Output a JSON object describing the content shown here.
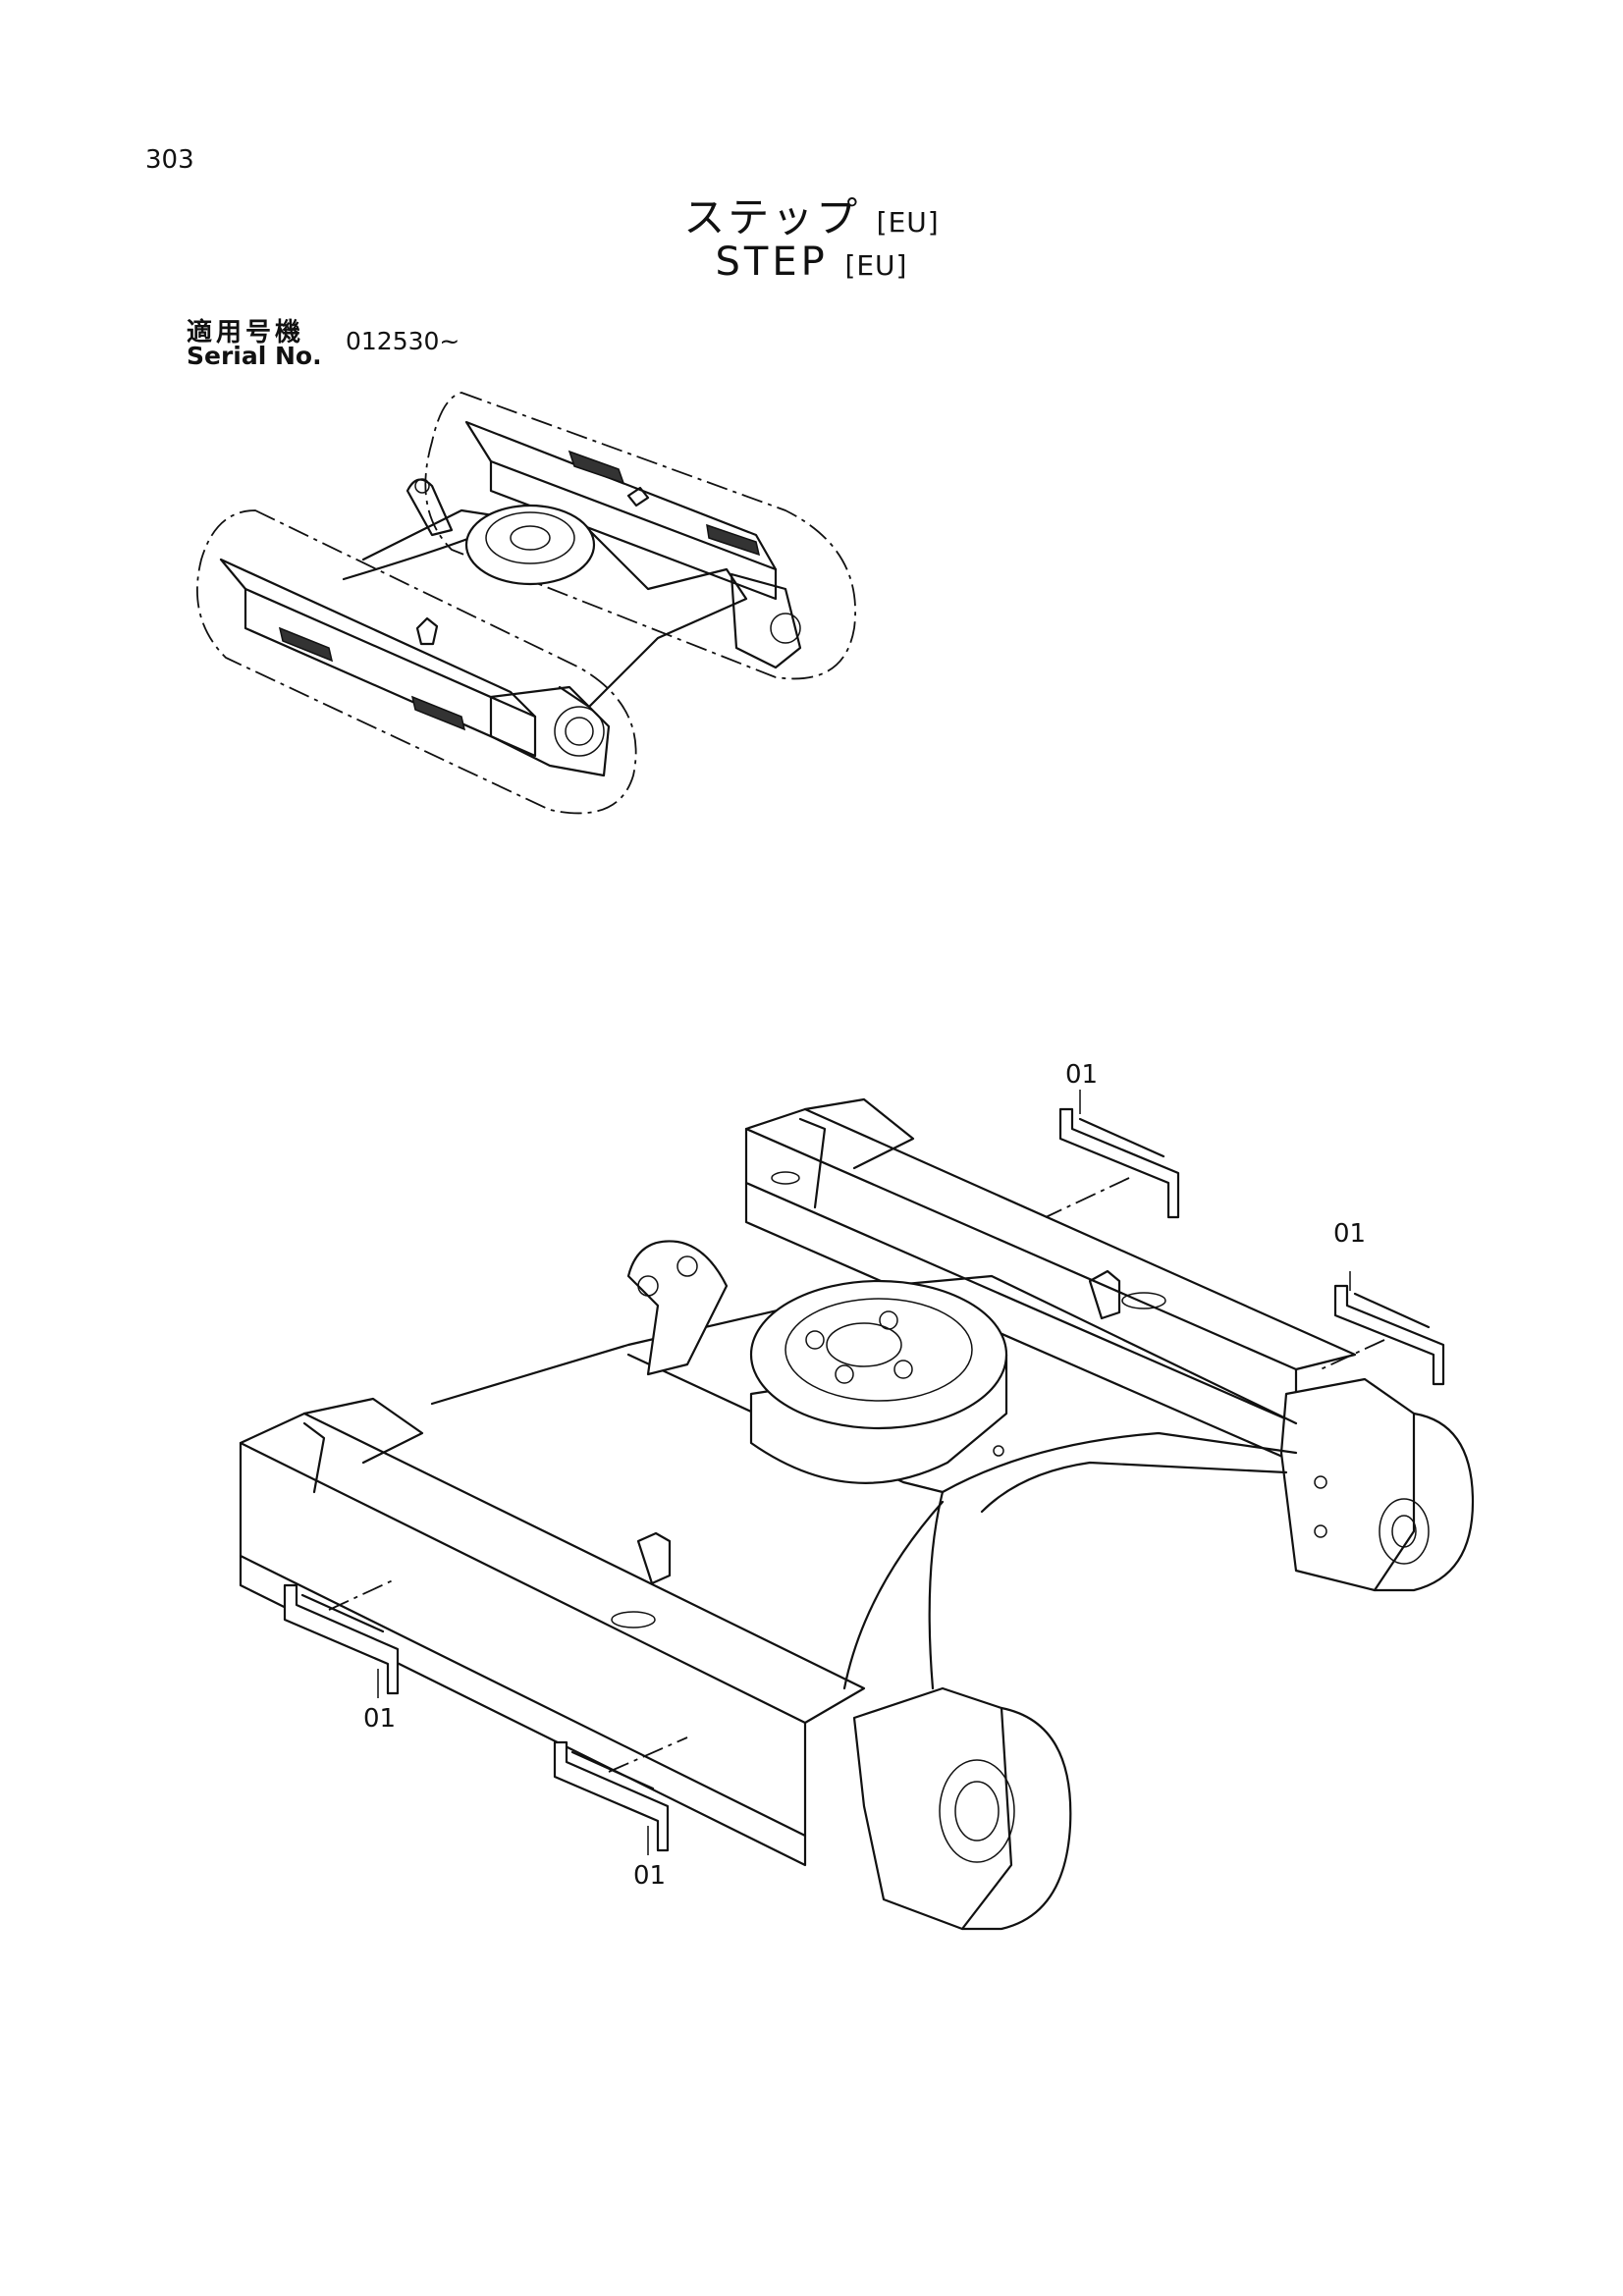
{
  "page": {
    "number": "303"
  },
  "title": {
    "jp": "ステップ",
    "en": "STEP",
    "tag": "[EU]"
  },
  "serial": {
    "label_jp": "適用号機",
    "label_en": "Serial No.",
    "range": "012530~"
  },
  "callouts": [
    "01",
    "01",
    "01",
    "01"
  ],
  "diagram": {
    "overview": {
      "step_count": 4
    },
    "detail": {
      "step_count": 4
    }
  }
}
